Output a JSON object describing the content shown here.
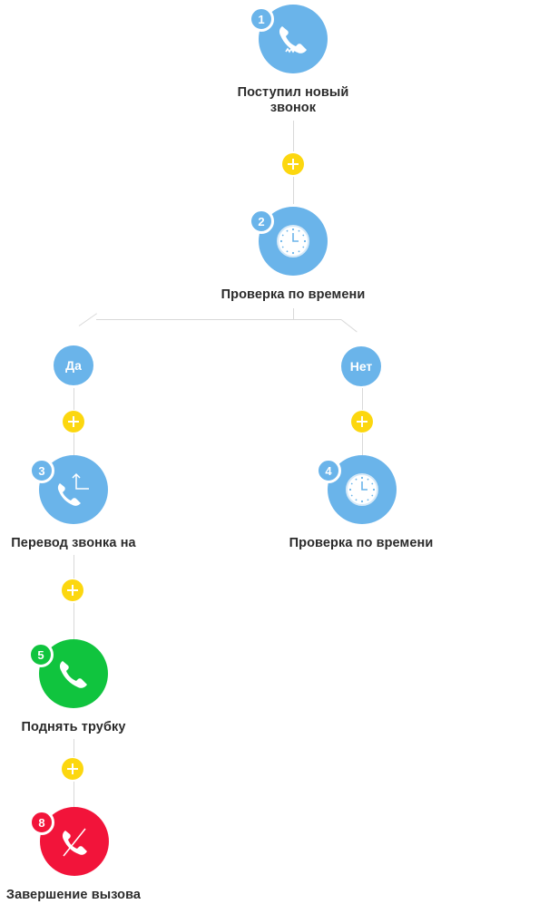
{
  "colors": {
    "node_blue": "#6ab4ea",
    "node_green": "#10c43e",
    "node_red": "#f2143a",
    "add_yellow": "#fcd70f",
    "connector": "#d9d9d9"
  },
  "nodes": [
    {
      "number": "1",
      "label": "Поступил новый звонок",
      "icon": "incoming-call-icon",
      "color": "#6ab4ea"
    },
    {
      "number": "2",
      "label": "Проверка по времени",
      "icon": "clock-icon",
      "color": "#6ab4ea"
    },
    {
      "number": "3",
      "label": "Перевод звонка на",
      "icon": "call-transfer-icon",
      "color": "#6ab4ea"
    },
    {
      "number": "4",
      "label": "Проверка по времени",
      "icon": "clock-icon",
      "color": "#6ab4ea"
    },
    {
      "number": "5",
      "label": "Поднять трубку",
      "icon": "phone-icon",
      "color": "#10c43e"
    },
    {
      "number": "8",
      "label": "Завершение вызова",
      "icon": "hangup-icon",
      "color": "#f2143a"
    }
  ],
  "branches": {
    "yes": "Да",
    "no": "Нет"
  }
}
